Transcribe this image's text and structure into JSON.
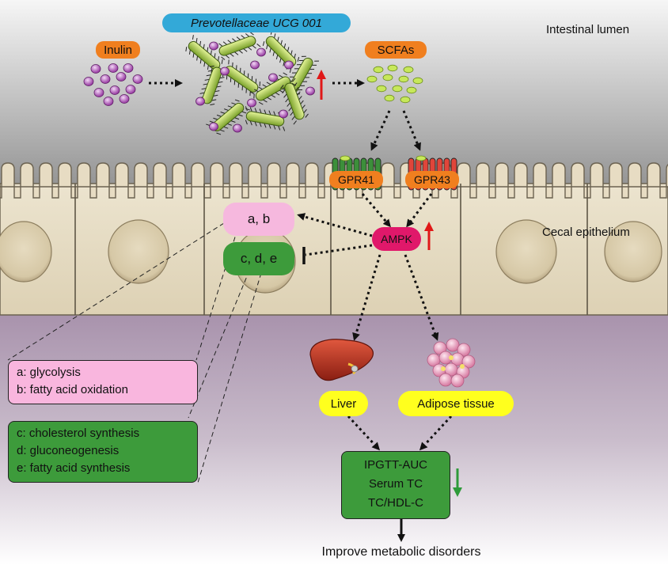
{
  "regions": {
    "lumen": "Intestinal lumen",
    "epithelium": "Cecal epithelium"
  },
  "bacteria_label": "Prevotellaceae UCG 001",
  "inulin_label": "Inulin",
  "scfa_label": "SCFAs",
  "receptors": {
    "gpr41": "GPR41",
    "gpr43": "GPR43"
  },
  "ampk_label": "AMPK",
  "pathways": {
    "ab_label": "a, b",
    "cde_label": "c, d, e"
  },
  "legend_ab": {
    "a": "a: glycolysis",
    "b": "b: fatty acid oxidation"
  },
  "legend_cde": {
    "c": "c: cholesterol synthesis",
    "d": "d: gluconeogenesis",
    "e": "e: fatty acid synthesis"
  },
  "organs": {
    "liver": "Liver",
    "adipose": "Adipose tissue"
  },
  "outcomes": {
    "line1": "IPGTT-AUC",
    "line2": "Serum TC",
    "line3": "TC/HDL-C"
  },
  "conclusion": "Improve metabolic disorders",
  "colors": {
    "inulin_pill": "#f07f1f",
    "bacteria_pill": "#33a9d8",
    "receptor_pill": "#f07f1f",
    "ampk_pill": "#e0186a",
    "ab_pill": "#f6b8de",
    "cde_pill": "#3d9b3b",
    "organ_pill": "#ffff1e",
    "up_arrow": "#e01818",
    "down_arrow": "#2e9a3a",
    "lumen_top": "#f4f4f4",
    "lumen_bottom": "#8c8c8c",
    "cell_fill": "#e7dcc3",
    "nucleus": "#d7c9a8",
    "lamina": "#a38ea7"
  },
  "icons": [
    "inulin-molecule-icon",
    "bacteria-icon",
    "scfa-molecule-icon",
    "receptor-icon",
    "liver-icon",
    "adipose-tissue-icon",
    "up-arrow-icon",
    "down-arrow-icon",
    "inhibition-bar-icon"
  ]
}
